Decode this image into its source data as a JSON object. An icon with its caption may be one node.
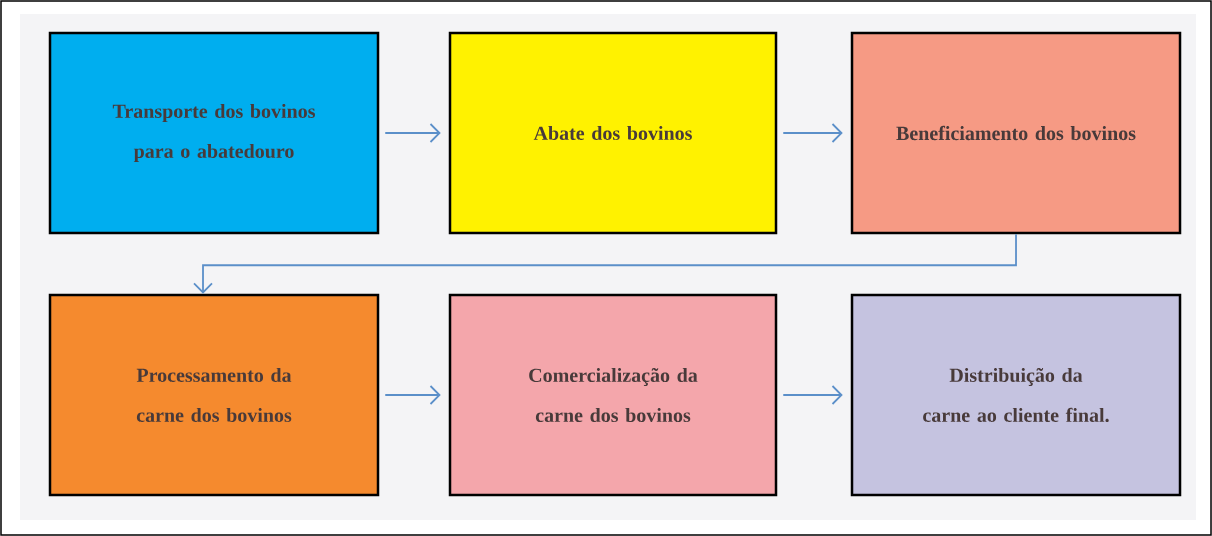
{
  "diagram": {
    "nodes": [
      {
        "text": [
          "Transporte dos bovinos para o abatedouro"
        ]
      },
      {
        "text": [
          "Abate dos bovinos"
        ]
      },
      {
        "text": [
          "Beneficiamento dos bovinos"
        ]
      },
      {
        "text": [
          "Processamento da carne dos bovinos"
        ]
      },
      {
        "text": [
          "Comercialização da carne dos bovinos"
        ]
      },
      {
        "text": [
          "Distribuição da carne ao cliente final."
        ]
      }
    ],
    "edges": [
      {
        "from": 0,
        "to": 1,
        "arrow": "to"
      },
      {
        "from": 1,
        "to": 2,
        "arrow": "to"
      },
      {
        "from": 2,
        "to": 3,
        "arrow": "to"
      },
      {
        "from": 3,
        "to": 4,
        "arrow": "to"
      },
      {
        "from": 4,
        "to": 5,
        "arrow": "to"
      }
    ]
  }
}
